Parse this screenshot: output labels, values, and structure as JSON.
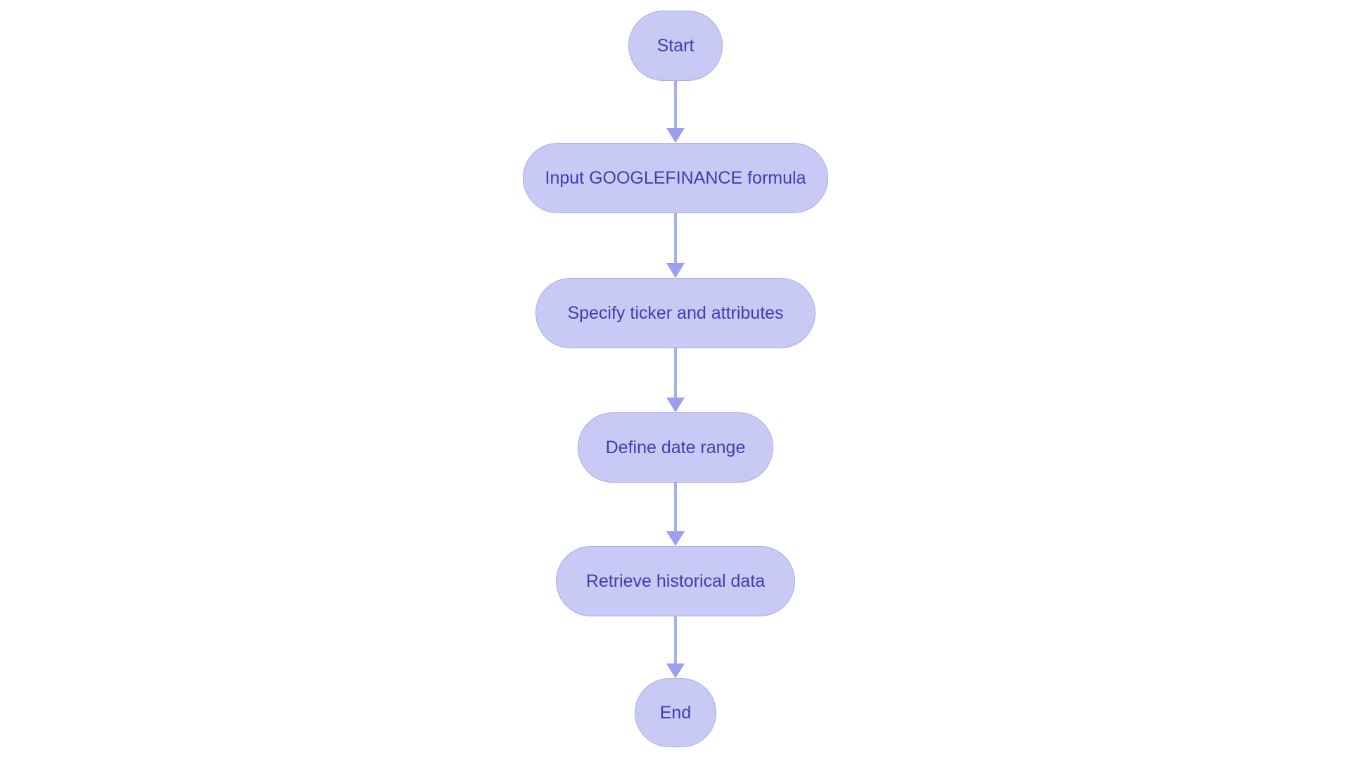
{
  "diagram": {
    "type": "flowchart",
    "direction": "top-down",
    "colors": {
      "background": "#ffffff",
      "node_fill": "#c8caf5",
      "node_border": "#a5aaf0",
      "text": "#3c3fae",
      "edge": "#a9adf4",
      "arrowhead": "#9aa0ef"
    },
    "nodes": [
      {
        "id": "start",
        "label": "Start",
        "shape": "stadium"
      },
      {
        "id": "input-formula",
        "label": "Input GOOGLEFINANCE formula",
        "shape": "stadium"
      },
      {
        "id": "specify-ticker",
        "label": "Specify ticker and attributes",
        "shape": "stadium"
      },
      {
        "id": "define-range",
        "label": "Define date range",
        "shape": "stadium"
      },
      {
        "id": "retrieve-data",
        "label": "Retrieve historical data",
        "shape": "stadium"
      },
      {
        "id": "end",
        "label": "End",
        "shape": "stadium"
      }
    ],
    "edges": [
      {
        "from": "start",
        "to": "input-formula",
        "arrow": "down"
      },
      {
        "from": "input-formula",
        "to": "specify-ticker",
        "arrow": "down"
      },
      {
        "from": "specify-ticker",
        "to": "define-range",
        "arrow": "down"
      },
      {
        "from": "define-range",
        "to": "retrieve-data",
        "arrow": "down"
      },
      {
        "from": "retrieve-data",
        "to": "end",
        "arrow": "down"
      }
    ]
  }
}
